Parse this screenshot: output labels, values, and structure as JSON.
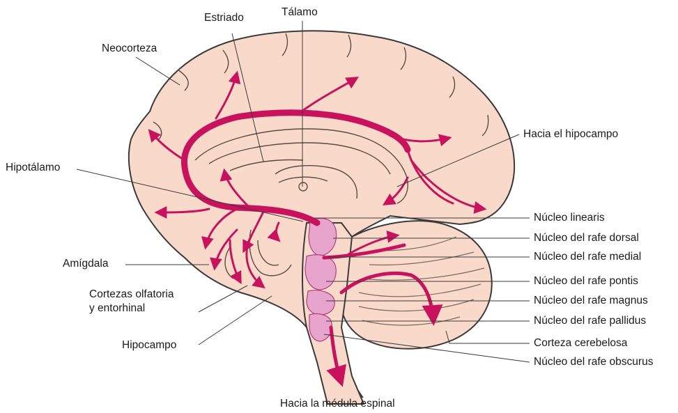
{
  "labels": {
    "estriado": "Estriado",
    "talamo": "Tálamo",
    "neocorteza": "Neocorteza",
    "hacia_hipocampo": "Hacia el hipocampo",
    "hipotalamo": "Hipotálamo",
    "amigdala": "Amígdala",
    "cortezas_line1": "Cortezas olfatoria",
    "cortezas_line2": "y entorhinal",
    "hipocampo": "Hipocampo",
    "medula": "Hacia la médula espinal",
    "nucleo_linearis": "Núcleo linearis",
    "rafe_dorsal": "Núcleo del rafe dorsal",
    "rafe_medial": "Núcleo del rafe medial",
    "rafe_pontis": "Núcleo del rafe pontis",
    "rafe_magnus": "Núcleo del rafe magnus",
    "rafe_pallidus": "Núcleo del rafe pallidus",
    "corteza_cerebelosa": "Corteza cerebelosa",
    "rafe_obscurus": "Núcleo del rafe obscurus"
  },
  "colors": {
    "tissue": "#f9d9c9",
    "outline": "#3a3a3a",
    "pathway": "#c8125e",
    "nuclei": "#e7a4cc"
  }
}
